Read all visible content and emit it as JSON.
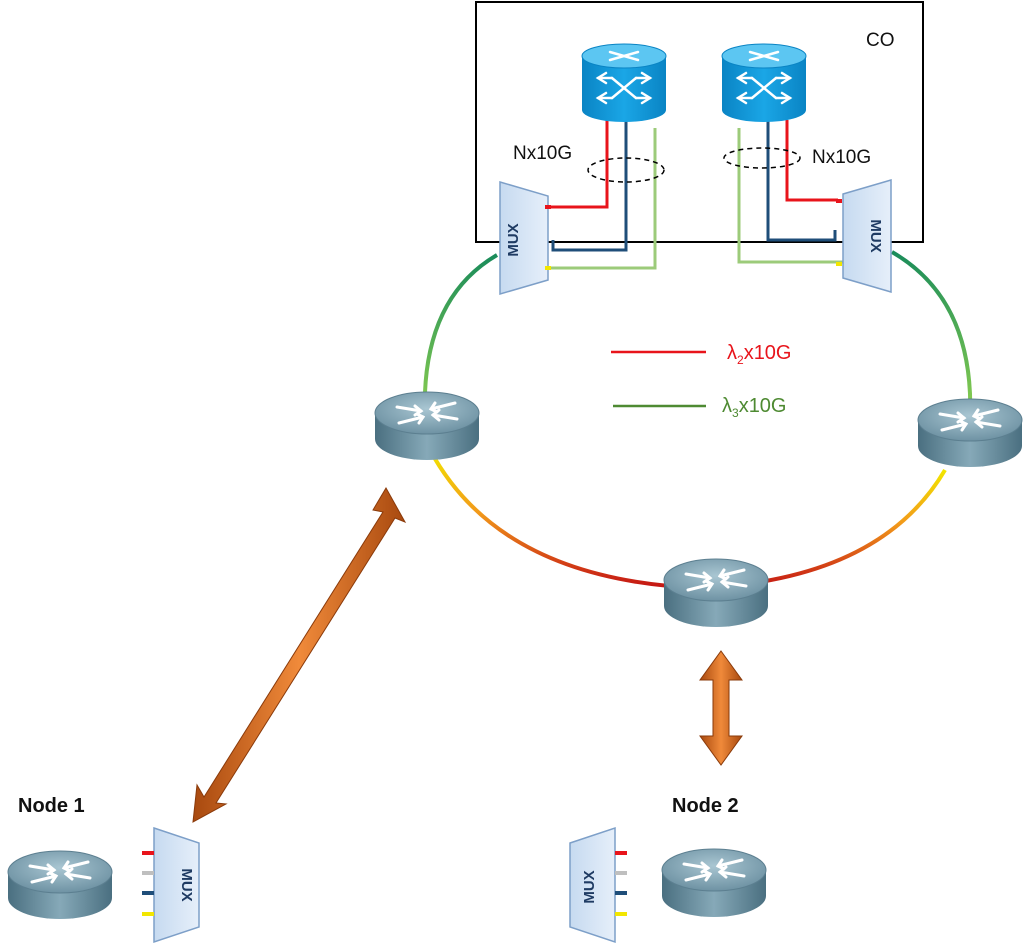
{
  "co": {
    "label": "CO"
  },
  "bundle_left": {
    "label": "Nx10G"
  },
  "bundle_right": {
    "label": "Nx10G"
  },
  "mux_label": "MUX",
  "legend": {
    "items": [
      {
        "symbol": "λ",
        "sub": "2",
        "rest": "x10G",
        "color": "#e8141b"
      },
      {
        "symbol": "λ",
        "sub": "3",
        "rest": "x10G",
        "color": "#4e8a32"
      }
    ]
  },
  "nodes": {
    "node1": "Node 1",
    "node2": "Node 2"
  },
  "colors": {
    "red": "#e8141b",
    "blue": "#1f4e79",
    "light_green": "#9ccb7a",
    "yellow": "#f2e600",
    "gray": "#bfbfbf",
    "arrow": "#d7641f"
  }
}
